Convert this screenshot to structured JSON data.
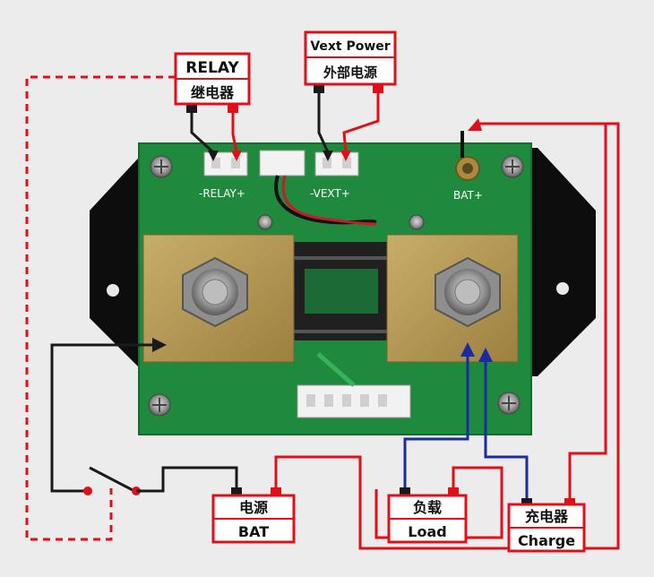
{
  "labels": {
    "relay": {
      "en": "RELAY",
      "zh": "继电器"
    },
    "vext": {
      "en": "Vext Power",
      "zh": "外部电源"
    },
    "bat": {
      "zh": "电源",
      "en": "BAT"
    },
    "load": {
      "zh": "负载",
      "en": "Load"
    },
    "charge": {
      "zh": "充电器",
      "en": "Charge"
    }
  },
  "silkscreen": {
    "relay_port": "-RELAY+",
    "vext_port": "-VEXT+",
    "bat_plus": "BAT+"
  },
  "colors": {
    "positive_wire": "#e0101a",
    "negative_wire": "#1a1a1a",
    "load_wire": "#1a2aa0",
    "pcb_green": "#1f8a3e",
    "brass": "#b89a55",
    "mount_plate": "#0d0d0d"
  }
}
